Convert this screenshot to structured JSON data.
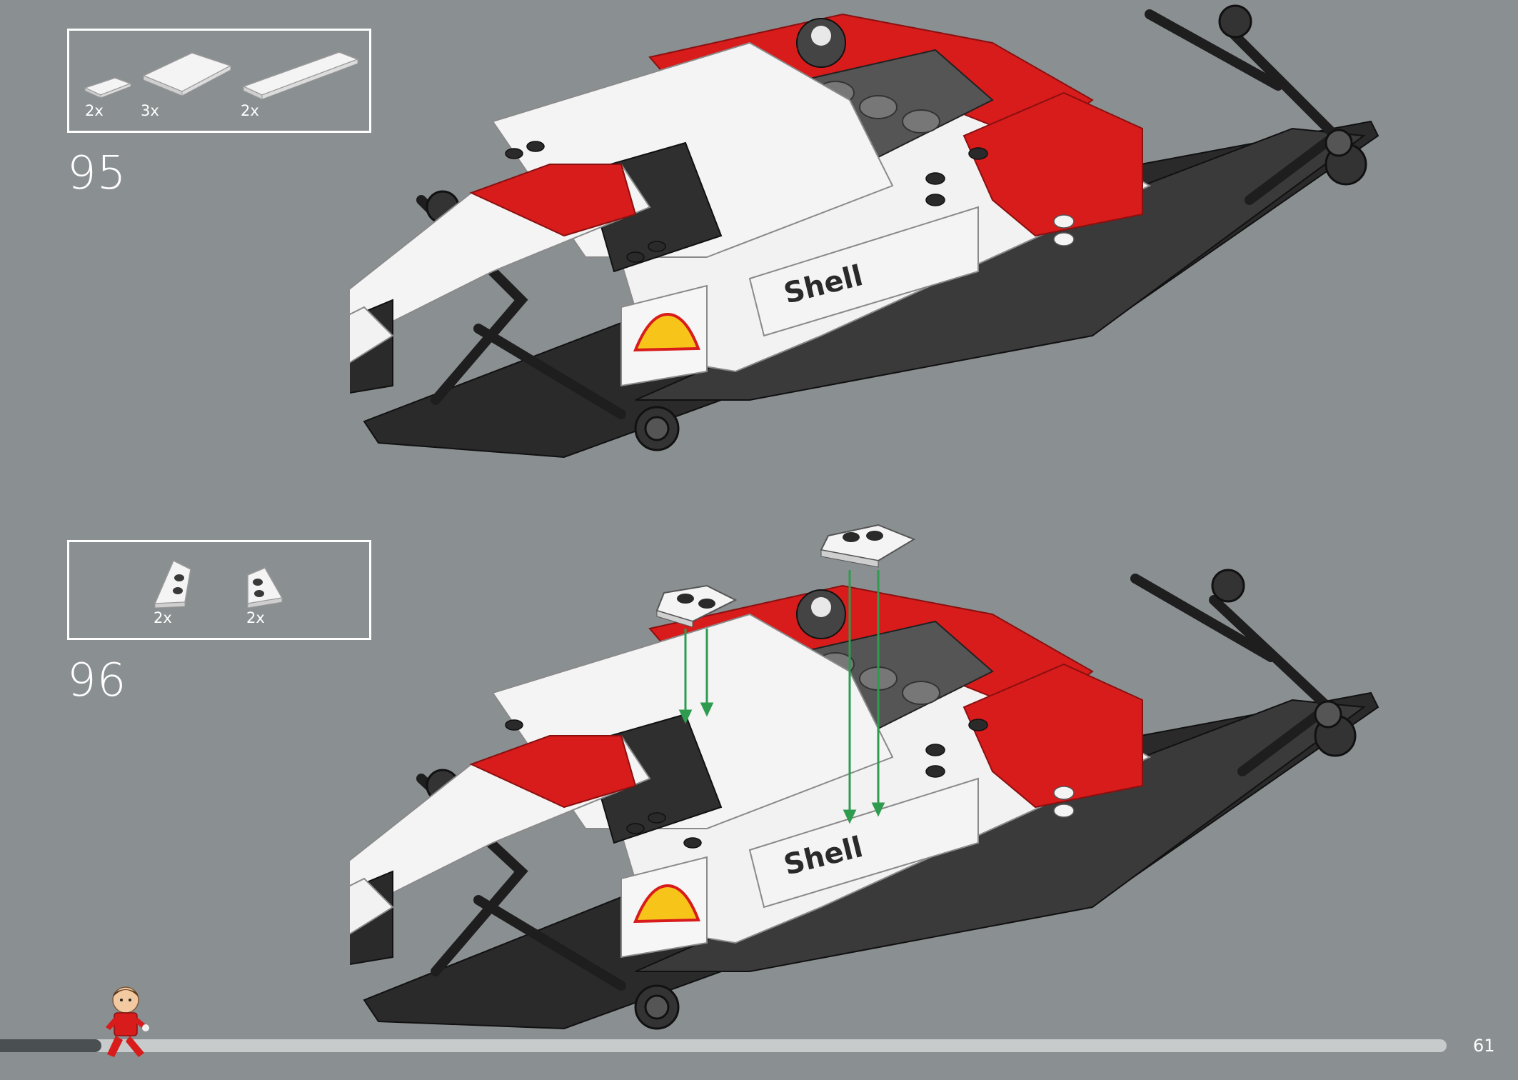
{
  "steps": [
    {
      "number": "95",
      "parts": [
        {
          "qty": "2x",
          "icon": "small-white-tile-icon"
        },
        {
          "qty": "3x",
          "icon": "white-tile-icon"
        },
        {
          "qty": "2x",
          "icon": "long-white-tile-icon"
        }
      ]
    },
    {
      "number": "96",
      "parts": [
        {
          "qty": "2x",
          "icon": "white-wedge-plate-left-icon"
        },
        {
          "qty": "2x",
          "icon": "white-wedge-plate-right-icon"
        }
      ]
    }
  ],
  "model": {
    "decal_text": "Shell",
    "colors": {
      "red": "#d81b1b",
      "white": "#f2f2f2",
      "black": "#2a2a2a",
      "dark_gray": "#4a4a4a",
      "arrow_green": "#2e9b4f",
      "shell_yellow": "#f7c51a"
    }
  },
  "footer": {
    "page_number": "61",
    "progress": 0.07
  }
}
